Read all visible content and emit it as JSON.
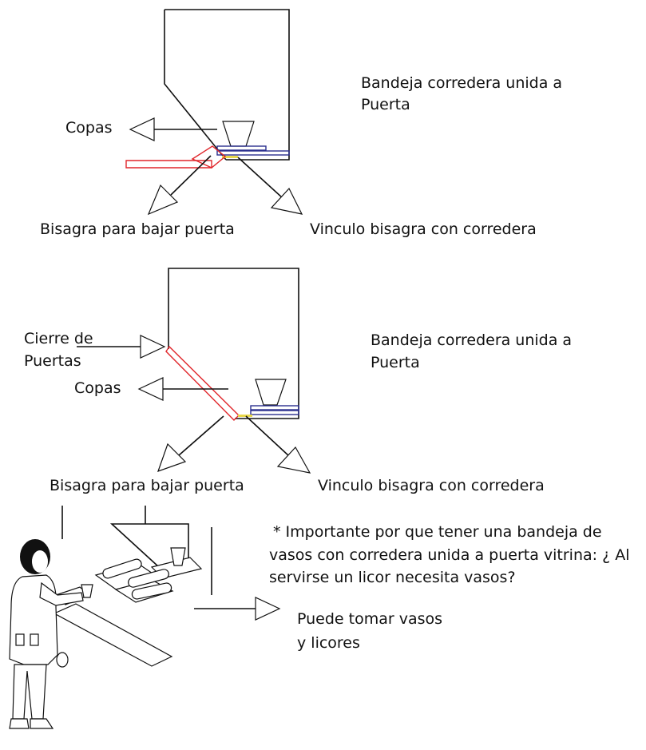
{
  "colors": {
    "line": "#111111",
    "red_part": "#e0262b",
    "blue_part": "#2b2f8f",
    "yellow_part": "#e8d84a",
    "hair": "#111111",
    "background": "#ffffff"
  },
  "diagram1": {
    "title_line1": "Bandeja corredera unida a",
    "title_line2": "Puerta",
    "label_copas": "Copas",
    "label_bisagra": "Bisagra para bajar puerta",
    "label_vinculo": "Vinculo bisagra con corredera"
  },
  "diagram2": {
    "title_line1": "Bandeja corredera unida a",
    "title_line2": "Puerta",
    "label_cierre_line1": "Cierre de",
    "label_cierre_line2": "Puertas",
    "label_copas": "Copas",
    "label_bisagra": "Bisagra para bajar puerta",
    "label_vinculo": "Vinculo bisagra con corredera"
  },
  "note": {
    "line1": "* Importante por que  tener una bandeja de",
    "line2": "vasos con corredera unida a puerta vitrina: ¿ Al",
    "line3": "servirse un licor necesita vasos?"
  },
  "scene": {
    "label_line1": "Puede tomar vasos",
    "label_line2": "y licores"
  },
  "icons": {
    "arrow": "hollow-triangle-arrow",
    "glass": "cup-trapezoid",
    "person": "standing-person"
  }
}
